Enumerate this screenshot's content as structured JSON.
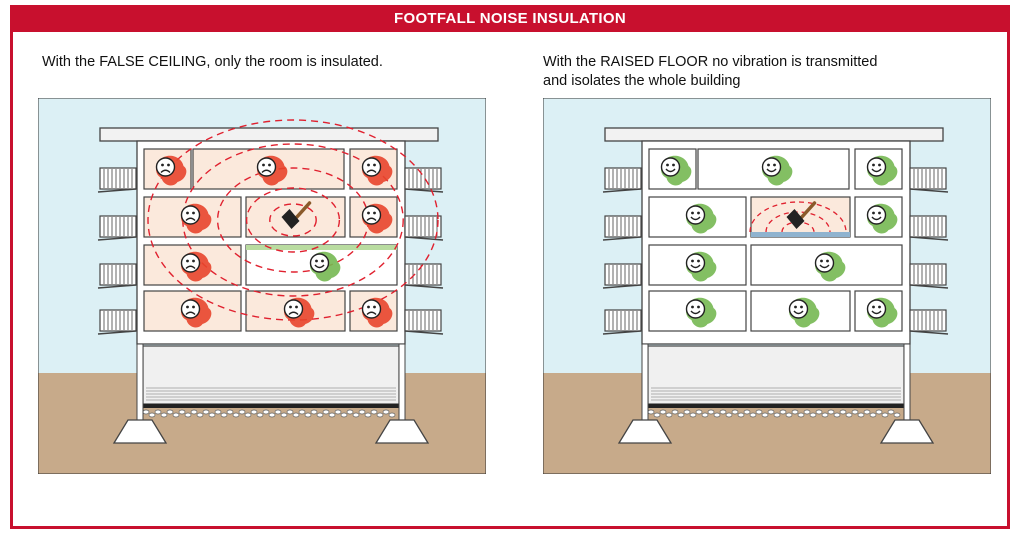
{
  "header": {
    "title": "FOOTFALL NOISE INSULATION"
  },
  "left": {
    "caption": "With the FALSE CEILING, only the room is insulated.",
    "rooms": [
      {
        "mood": "sad",
        "lit": true
      },
      {
        "mood": "sad",
        "lit": true
      },
      {
        "mood": "sad",
        "lit": true
      },
      {
        "mood": "sad",
        "lit": true
      },
      {
        "mood": "hammer",
        "lit": true
      },
      {
        "mood": "sad",
        "lit": true
      },
      {
        "mood": "sad",
        "lit": true
      },
      {
        "mood": "happy",
        "lit": false
      },
      {
        "mood": "sad",
        "lit": true
      },
      {
        "mood": "sad",
        "lit": true
      },
      {
        "mood": "sad",
        "lit": true
      }
    ]
  },
  "right": {
    "caption_line1": "With the RAISED FLOOR no vibration is transmitted",
    "caption_line2": "and isolates the whole building",
    "rooms": [
      {
        "mood": "happy",
        "lit": false
      },
      {
        "mood": "happy",
        "lit": false
      },
      {
        "mood": "happy",
        "lit": false
      },
      {
        "mood": "happy",
        "lit": false
      },
      {
        "mood": "hammer",
        "lit": true
      },
      {
        "mood": "happy",
        "lit": false
      },
      {
        "mood": "happy",
        "lit": false
      },
      {
        "mood": "happy",
        "lit": false
      },
      {
        "mood": "happy",
        "lit": false
      },
      {
        "mood": "happy",
        "lit": false
      },
      {
        "mood": "happy",
        "lit": false
      }
    ]
  },
  "colors": {
    "accent": "#c8102e",
    "sky": "#dcf0f5",
    "ground": "#c7aa8a",
    "room_lit": "#fbe9dc",
    "wave": "#e0212f",
    "splat_red": "#e8452c",
    "splat_green": "#76b852",
    "false_ceiling": "#b9dca0",
    "raised_floor": "#8fb3cf"
  },
  "icons": [
    "sad-face-icon",
    "happy-face-icon",
    "hammer-icon"
  ]
}
